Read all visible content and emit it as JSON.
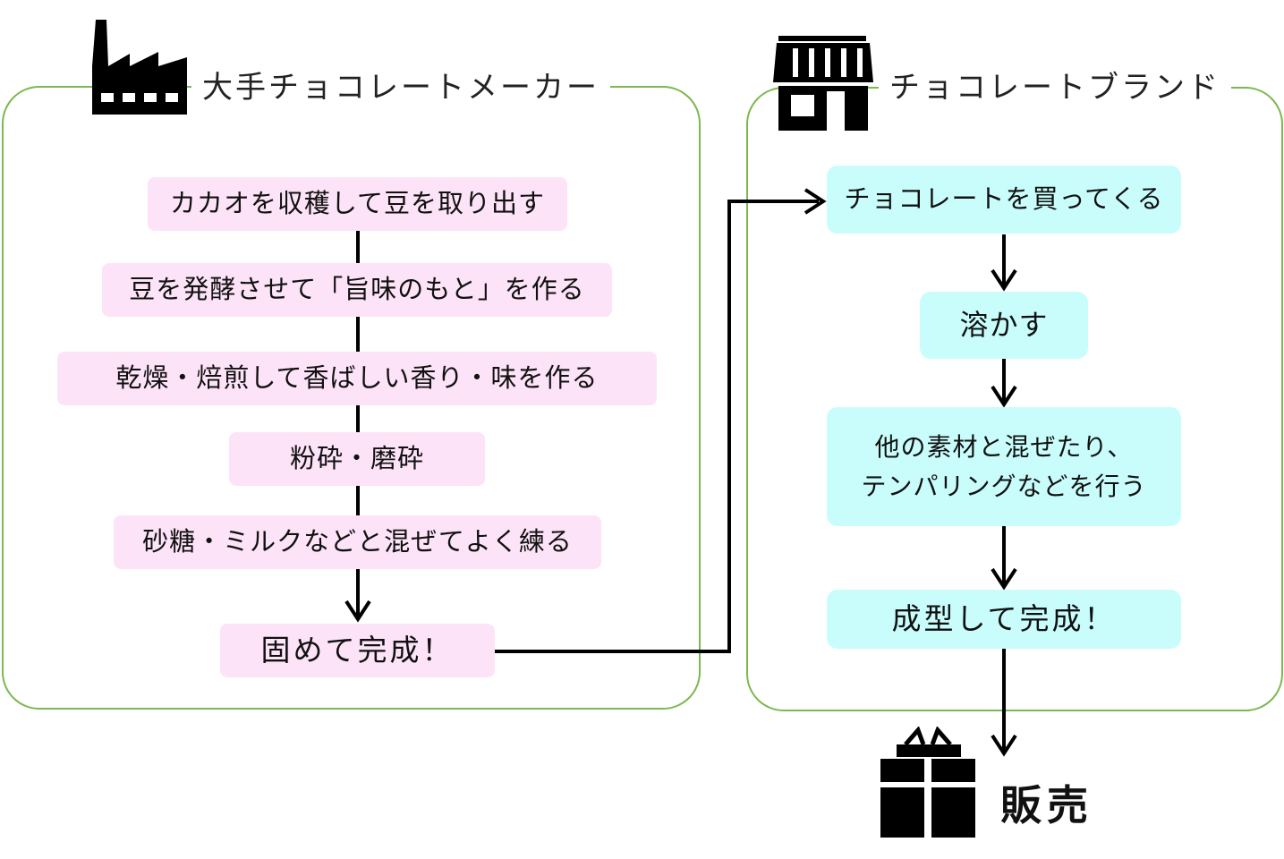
{
  "maker": {
    "title": "大手チョコレートメーカー",
    "icon": "factory-icon",
    "steps": [
      "カカオを収穫して豆を取り出す",
      "豆を発酵させて「旨味のもと」を作る",
      "乾燥・焙煎して香ばしい香り・味を作る",
      "粉砕・磨砕",
      "砂糖・ミルクなどと混ぜてよく練る",
      "固めて完成！"
    ]
  },
  "brand": {
    "title": "チョコレートブランド",
    "icon": "shop-icon",
    "steps": [
      "チョコレートを買ってくる",
      "溶かす",
      "他の素材と混ぜたり、\nテンパリングなどを行う",
      "成型して完成！"
    ]
  },
  "sale": {
    "label": "販売",
    "icon": "gift-icon"
  },
  "colors": {
    "panel_border": "#7cb84f",
    "maker_step": "#fde3f7",
    "brand_step": "#c9fdfc",
    "arrow": "#000000"
  }
}
